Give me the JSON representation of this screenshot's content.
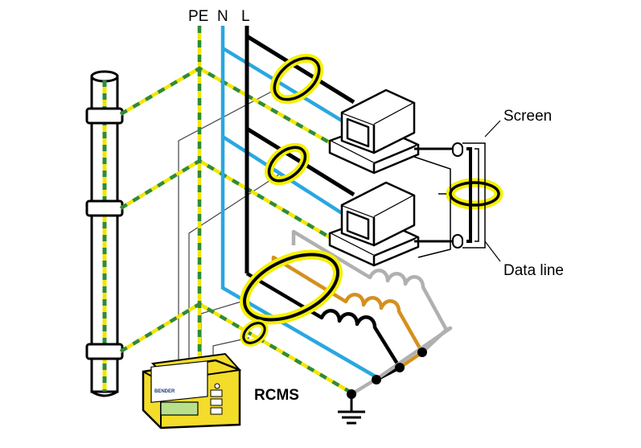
{
  "conductors": {
    "pe": "PE",
    "n": "N",
    "l": "L"
  },
  "labels": {
    "screen": "Screen",
    "data_line": "Data line",
    "rcms": "RCMS"
  },
  "device": {
    "brand": "BENDER"
  },
  "colors": {
    "pe_green": "#2e8b3a",
    "pe_yellow": "#f2e600",
    "neutral_blue": "#2aa7e0",
    "line_black": "#000000",
    "ct_highlight": "#f5f000",
    "copper": "#d4901e",
    "grey_wire": "#b0b0b0",
    "device_yellow": "#f4dc2a"
  }
}
